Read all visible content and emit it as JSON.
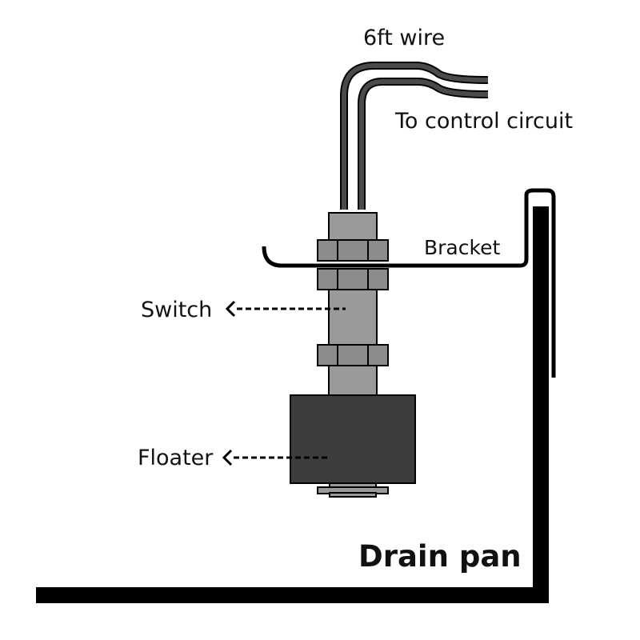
{
  "labels": {
    "wire": "6ft wire",
    "control": "To control circuit",
    "bracket": "Bracket",
    "switch": "Switch",
    "floater": "Floater",
    "drain_pan": "Drain pan"
  },
  "colors": {
    "black": "#000000",
    "wire": "#3a3a3a",
    "switch_body": "#9a9a9a",
    "nut": "#8c8c8c",
    "floater": "#3d3d3d",
    "background": "#ffffff"
  }
}
